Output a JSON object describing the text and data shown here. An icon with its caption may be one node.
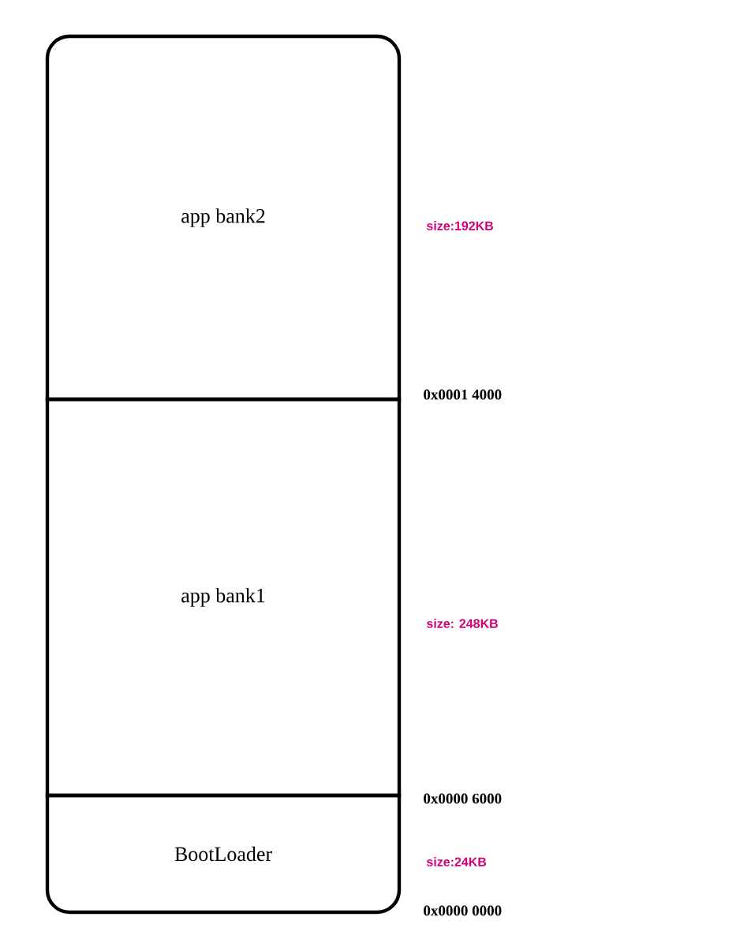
{
  "diagram": {
    "nodes": [
      {
        "text": [
          "app bank2"
        ],
        "beside": [
          "size:192KB"
        ]
      },
      {
        "text": [
          "app bank1"
        ],
        "beside": [
          "size: 248KB"
        ]
      },
      {
        "text": [
          "BootLoader"
        ],
        "beside": [
          "size:24KB"
        ]
      }
    ],
    "labels": [
      "0x0001 4000",
      "0x0000 6000",
      "0x0000 0000"
    ]
  }
}
